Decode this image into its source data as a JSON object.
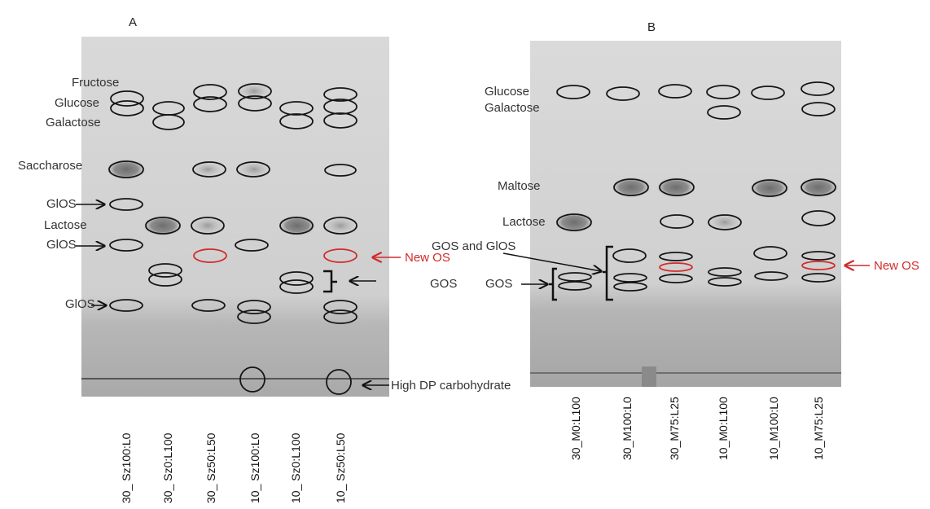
{
  "colors": {
    "spot_outline": "#151515",
    "new_os": "#d22a2a",
    "plate": "#d0d0d0",
    "arrow": "#111111"
  },
  "panel_a": {
    "letter": "A",
    "labels": {
      "fructose": "Fructose",
      "glucose": "Glucose",
      "galactose": "Galactose",
      "saccharose": "Saccharose",
      "glos_1": "GlOS",
      "lactose": "Lactose",
      "glos_2": "GlOS",
      "glos_3": "GlOS",
      "new_os": "New OS",
      "high_dp": "High DP carbohydrate"
    },
    "lanes": [
      "30_ Sz100:L0",
      "30_ Sz0:L100",
      "30_ Sz50:L50",
      "10_ Sz100:L0",
      "10_ Sz0:L100",
      "10_ Sz50:L50"
    ]
  },
  "panel_b": {
    "letter": "B",
    "labels": {
      "glucose": "Glucose",
      "galactose": "Galactose",
      "maltose": "Maltose",
      "lactose": "Lactose",
      "gos_and_glos": "GOS and GlOS",
      "gos_left": "GOS",
      "gos_right": "GOS",
      "new_os": "New OS"
    },
    "lanes": [
      "30_M0:L100",
      "30_M100:L0",
      "30_M75:L25",
      "10_M0:L100",
      "10_M100:L0",
      "10_M75:L25"
    ]
  }
}
